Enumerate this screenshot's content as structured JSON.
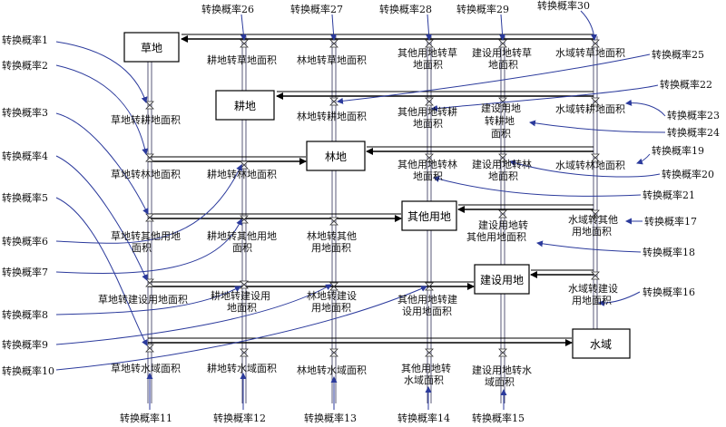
{
  "boxes": {
    "grassland": "草地",
    "cropland": "耕地",
    "forest": "林地",
    "other": "其他用地",
    "construction": "建设用地",
    "water": "水域"
  },
  "flows": {
    "grass_to_crop": "草地转耕地面积",
    "grass_to_forest": "草地转林地面积",
    "grass_to_other_1": "草地转其他用地",
    "grass_to_other_2": "面积",
    "grass_to_construction": "草地转建设用地面积",
    "grass_to_water": "草地转水域面积",
    "crop_to_grass": "耕地转草地面积",
    "crop_to_forest": "耕地转林地面积",
    "crop_to_other_1": "耕地转其他用地",
    "crop_to_other_2": "面积",
    "crop_to_construction_1": "耕地转建设用",
    "crop_to_construction_2": "地面积",
    "crop_to_water": "耕地转水域面积",
    "forest_to_grass": "林地转草地面积",
    "forest_to_crop": "林地转耕地面积",
    "forest_to_other_1": "林地转其他",
    "forest_to_other_2": "用地面积",
    "forest_to_construction_1": "林地转建设",
    "forest_to_construction_2": "用地面积",
    "forest_to_water": "林地转水域面积",
    "other_to_grass_1": "其他用地转草",
    "other_to_grass_2": "地面积",
    "other_to_crop_1": "其他用地转耕",
    "other_to_crop_2": "地面积",
    "other_to_forest_1": "其他用地转林",
    "other_to_forest_2": "地面积",
    "other_to_construction_1": "其他用地转建",
    "other_to_construction_2": "设用地面积",
    "other_to_water_1": "其他用地转",
    "other_to_water_2": "水域面积",
    "cons_to_grass_1": "建设用地转草",
    "cons_to_grass_2": "地面积",
    "cons_to_crop_1": "建设用地",
    "cons_to_crop_2": "转耕地",
    "cons_to_crop_3": "面积",
    "cons_to_forest_1": "建设用地转林",
    "cons_to_forest_2": "地面积",
    "cons_to_other_1": "建设用地转",
    "cons_to_other_2": "其他用地面积",
    "cons_to_water_1": "建设用地转水",
    "cons_to_water_2": "域面积",
    "water_to_grass": "水域转草地面积",
    "water_to_crop": "水域转耕地面积",
    "water_to_forest": "水域转林地面积",
    "water_to_other_1": "水域转其他",
    "water_to_other_2": "用地面积",
    "water_to_construction_1": "水域转建设",
    "water_to_construction_2": "用地面积"
  },
  "rates": {
    "r1": "转换概率1",
    "r2": "转换概率2",
    "r3": "转换概率3",
    "r4": "转换概率4",
    "r5": "转换概率5",
    "r6": "转换概率6",
    "r7": "转换概率7",
    "r8": "转换概率8",
    "r9": "转换概率9",
    "r10": "转换概率10",
    "r11": "转换概率11",
    "r12": "转换概率12",
    "r13": "转换概率13",
    "r14": "转换概率14",
    "r15": "转换概率15",
    "r16": "转换概率16",
    "r17": "转换概率17",
    "r18": "转换概率18",
    "r19": "转换概率19",
    "r20": "转换概率20",
    "r21": "转换概率21",
    "r22": "转换概率22",
    "r23": "转换概率23",
    "r24": "转换概率24",
    "r25": "转换概率25",
    "r26": "转换概率26",
    "r27": "转换概率27",
    "r28": "转换概率28",
    "r29": "转换概率29",
    "r30": "转换概率30"
  },
  "colors": {
    "stock_line": "#000000",
    "flow_line": "#6b6b8a",
    "rate_link": "#2b3a9c"
  }
}
